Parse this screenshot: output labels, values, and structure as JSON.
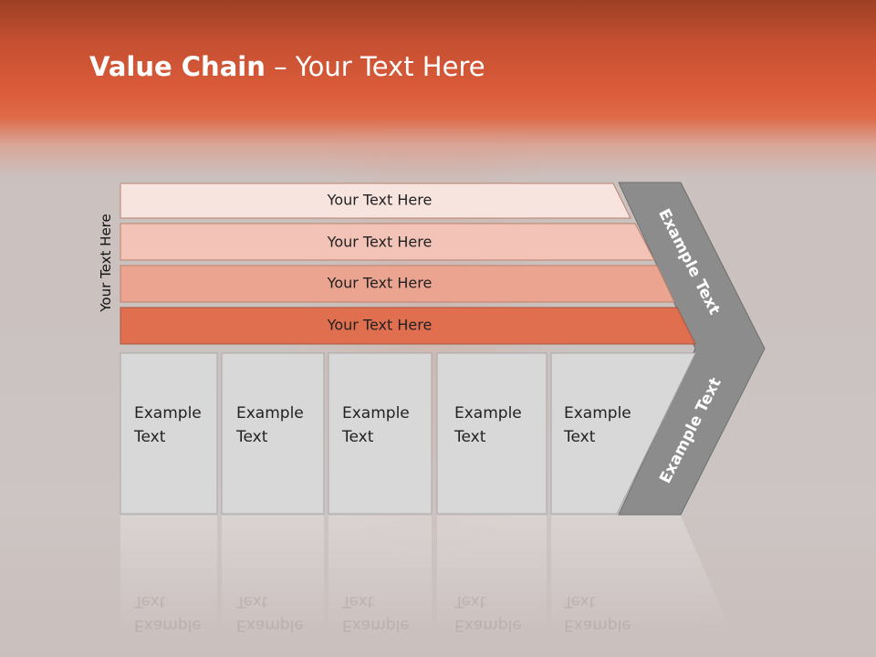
{
  "title": {
    "bold": "Value Chain",
    "rest": " – Your Text Here"
  },
  "side_label": "Your Text Here",
  "rows": [
    {
      "label": "Your Text Here",
      "color": "#f7e4df"
    },
    {
      "label": "Your Text Here",
      "color": "#f2c3b6"
    },
    {
      "label": "Your Text Here",
      "color": "#eba48f"
    },
    {
      "label": "Your Text Here",
      "color": "#e06f50"
    }
  ],
  "cells": [
    {
      "line1": "Example",
      "line2": "Text"
    },
    {
      "line1": "Example",
      "line2": "Text"
    },
    {
      "line1": "Example",
      "line2": "Text"
    },
    {
      "line1": "Example",
      "line2": "Text"
    },
    {
      "line1": "Example",
      "line2": "Text"
    }
  ],
  "arrow": {
    "upper": "Example Text",
    "lower": "Example Text",
    "color": "#8c8c8c"
  },
  "colors": {
    "cell": "#d8d8d8",
    "cell_border": "#a8a8a8"
  }
}
